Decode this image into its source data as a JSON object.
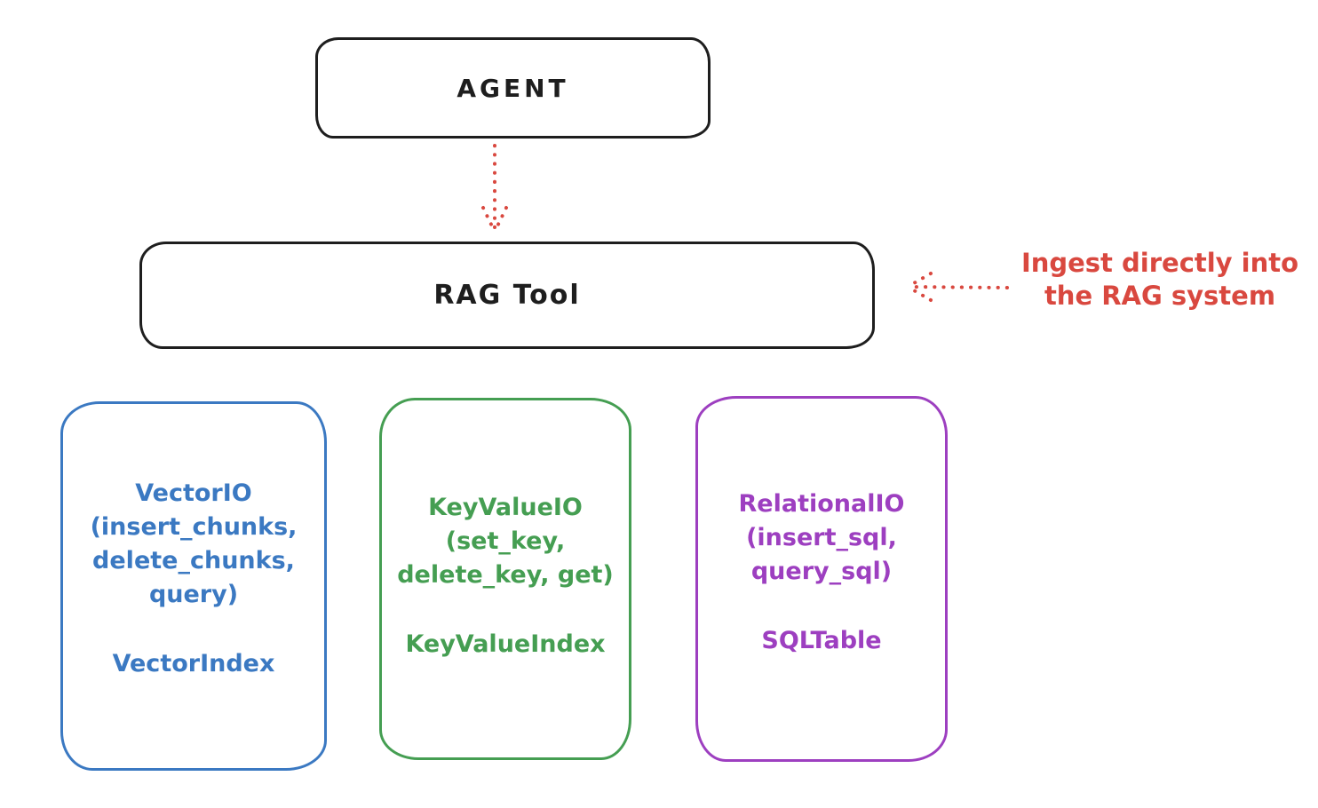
{
  "colors": {
    "black": "#1e1e1e",
    "red": "#d9483f",
    "blue": "#3b79c2",
    "green": "#459e52",
    "purple": "#9d3fc0"
  },
  "nodes": {
    "agent": {
      "label": "AGENT"
    },
    "rag_tool": {
      "label": "RAG Tool"
    },
    "vector_io": {
      "io_text": "VectorIO\n(insert_chunks,\ndelete_chunks,\nquery)",
      "index_text": "VectorIndex"
    },
    "keyvalue_io": {
      "io_text": "KeyValueIO\n(set_key,\ndelete_key, get)",
      "index_text": "KeyValueIndex"
    },
    "relational_io": {
      "io_text": "RelationalIO\n(insert_sql,\nquery_sql)",
      "index_text": "SQLTable"
    }
  },
  "annotation": {
    "text": "Ingest directly into\nthe RAG system"
  }
}
